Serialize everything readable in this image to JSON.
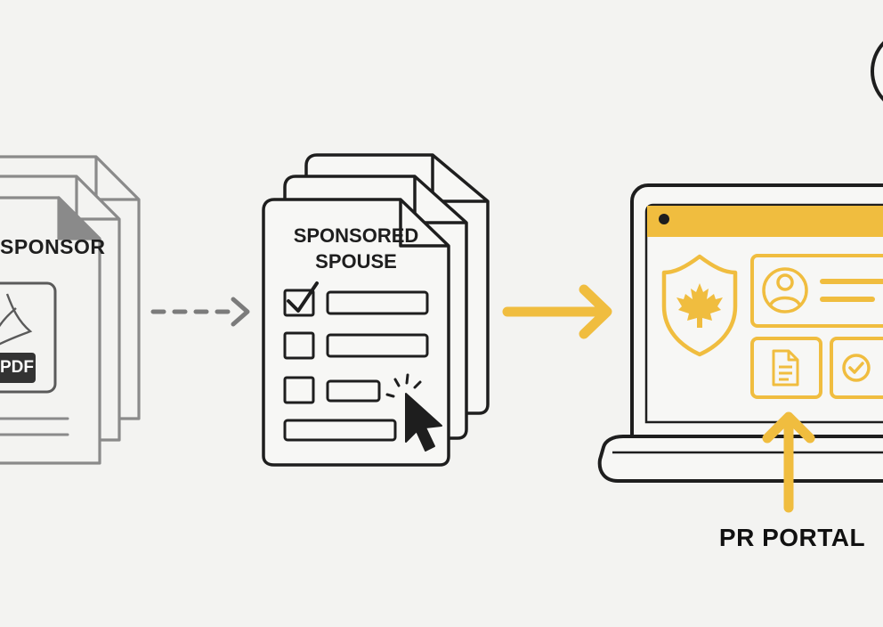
{
  "diagram": {
    "source_doc": {
      "title": "SPONSOR",
      "badge": "PDF",
      "icons": [
        "document-stack-icon",
        "acrobat-pdf-icon"
      ]
    },
    "form_doc": {
      "title_line1": "SPONSORED",
      "title_line2": "SPOUSE",
      "checkbox_states": [
        true,
        false,
        false
      ],
      "icons": [
        "document-stack-icon",
        "checkbox-icon",
        "mouse-cursor-icon"
      ]
    },
    "portal": {
      "label": "PR PORTAL",
      "icons": [
        "laptop-icon",
        "maple-leaf-shield-icon",
        "user-profile-icon",
        "document-icon",
        "check-circle-icon",
        "upload-arrow-icon"
      ]
    },
    "colors": {
      "background": "#f3f3f1",
      "ink": "#1e1e1e",
      "faded": "#8a8a8a",
      "accent": "#f0bd3f",
      "accent_fill": "#f7dc8f"
    }
  }
}
